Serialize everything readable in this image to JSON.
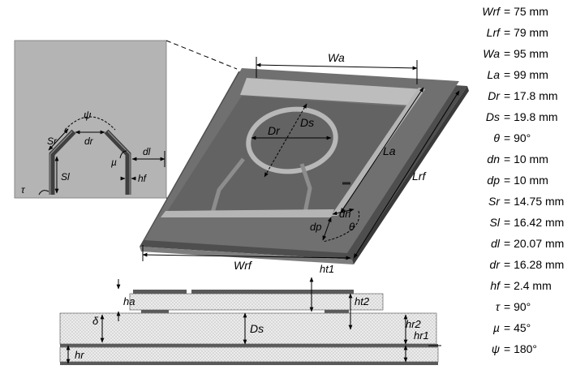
{
  "inset_labels": {
    "psi": "ψ",
    "sr": "Sr",
    "dr": "dr",
    "dl": "dl",
    "mu": "µ",
    "sl": "Sl",
    "hf": "hf",
    "tau": "τ"
  },
  "top_view_labels": {
    "wa": "Wa",
    "la": "La",
    "lrf": "Lrf",
    "dr": "Dr",
    "ds": "Ds",
    "dn": "dn",
    "dp": "dp",
    "theta": "θ",
    "wrf": "Wrf",
    "ht1": "ht1"
  },
  "side_view_labels": {
    "ha": "ha",
    "delta": "δ",
    "ds": "Ds",
    "ht2": "ht2",
    "hr2": "hr2",
    "hr1": "hr1",
    "hr": "hr"
  },
  "parameters": [
    {
      "name": "Wrf",
      "value": "= 75 mm"
    },
    {
      "name": "Lrf",
      "value": "= 79 mm"
    },
    {
      "name": "Wa",
      "value": "= 95 mm"
    },
    {
      "name": "La",
      "value": "= 99 mm"
    },
    {
      "name": "Dr",
      "value": "= 17.8 mm"
    },
    {
      "name": "Ds",
      "value": "= 19.8 mm"
    },
    {
      "name": "θ",
      "value": "= 90°"
    },
    {
      "name": "dn",
      "value": "= 10 mm"
    },
    {
      "name": "dp",
      "value": "= 10 mm"
    },
    {
      "name": "Sr",
      "value": "= 14.75 mm"
    },
    {
      "name": "Sl",
      "value": "= 16.42 mm"
    },
    {
      "name": "dl",
      "value": "= 20.07 mm"
    },
    {
      "name": "dr",
      "value": "= 16.28 mm"
    },
    {
      "name": "hf",
      "value": "= 2.4 mm"
    },
    {
      "name": "τ",
      "value": "= 90°"
    },
    {
      "name": "µ",
      "value": "= 45°"
    },
    {
      "name": "ψ",
      "value": "= 180°"
    }
  ],
  "colors": {
    "inset_bg": "#b4b4b4",
    "board_top": "#6f6f6f",
    "board_dark": "#555555",
    "strip_light": "#b9b9b9",
    "substrate_fill": "#e6e6e6",
    "copper": "#5a5a5a"
  }
}
